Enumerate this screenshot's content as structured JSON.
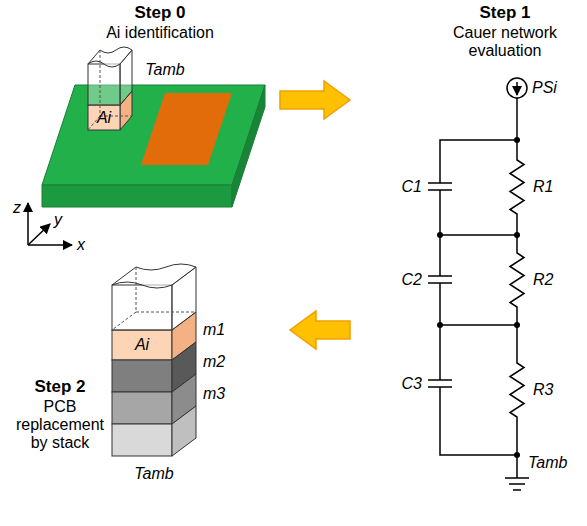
{
  "diagram": {
    "nodes": [
      {
        "text": [
          "Step 0",
          "Ai identification"
        ]
      },
      {
        "text": [
          "Step 1",
          "Cauer network evaluation"
        ]
      },
      {
        "text": [
          "Step 2",
          "PCB replacement by stack"
        ]
      }
    ],
    "edges": [
      {
        "from": 0,
        "to": 1,
        "arrow": "to"
      },
      {
        "from": 1,
        "to": 2,
        "arrow": "to"
      }
    ],
    "labels": [
      "Tamb",
      "Ai",
      "z",
      "y",
      "x",
      "PSi",
      "C1",
      "R1",
      "C2",
      "R2",
      "C3",
      "R3",
      "Tamb",
      "Ai",
      "m1",
      "m2",
      "m3",
      "Tamb"
    ]
  }
}
